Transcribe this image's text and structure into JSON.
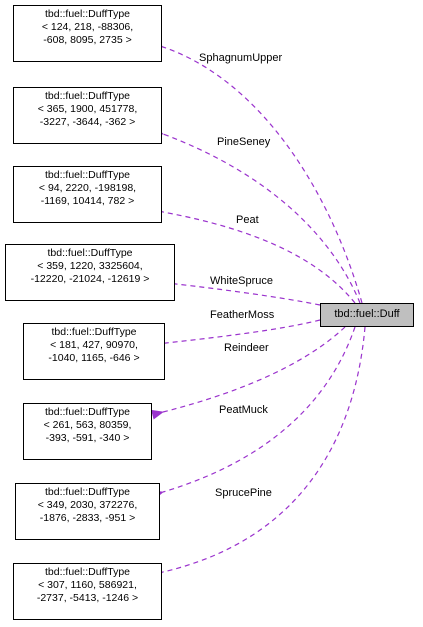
{
  "diagram": {
    "target": {
      "label": "tbd::fuel::Duff"
    },
    "nodes": [
      {
        "title": "tbd::fuel::DuffType",
        "line2": "< 124, 218, -88306,",
        "line3": "-608, 8095, 2735 >",
        "edge_label": "SphagnumUpper"
      },
      {
        "title": "tbd::fuel::DuffType",
        "line2": "< 365, 1900, 451778,",
        "line3": "-3227, -3644, -362 >",
        "edge_label": "PineSeney"
      },
      {
        "title": "tbd::fuel::DuffType",
        "line2": "< 94, 2220, -198198,",
        "line3": "-1169, 10414, 782 >",
        "edge_label": "Peat"
      },
      {
        "title": "tbd::fuel::DuffType",
        "line2": "< 359, 1220, 3325604,",
        "line3": "-12220, -21024, -12619 >",
        "edge_label": "WhiteSpruce"
      },
      {
        "title": "tbd::fuel::DuffType",
        "line2": "< 181, 427, 90970,",
        "line3": "-1040, 1165, -646 >",
        "edge_label": "FeatherMoss"
      },
      {
        "title": "tbd::fuel::DuffType",
        "line2": "< 261, 563, 80359,",
        "line3": "-393, -591, -340 >",
        "edge_label": "Reindeer"
      },
      {
        "title": "tbd::fuel::DuffType",
        "line2": "< 349, 2030, 372276,",
        "line3": "-1876, -2833, -951 >",
        "edge_label": "PeatMuck"
      },
      {
        "title": "tbd::fuel::DuffType",
        "line2": "< 307, 1160, 586921,",
        "line3": "-2737, -5413, -1246 >",
        "edge_label": "SprucePine"
      }
    ],
    "colors": {
      "edge": "#9a32cd",
      "target_fill": "#bfbfbf",
      "border": "#000000"
    }
  }
}
